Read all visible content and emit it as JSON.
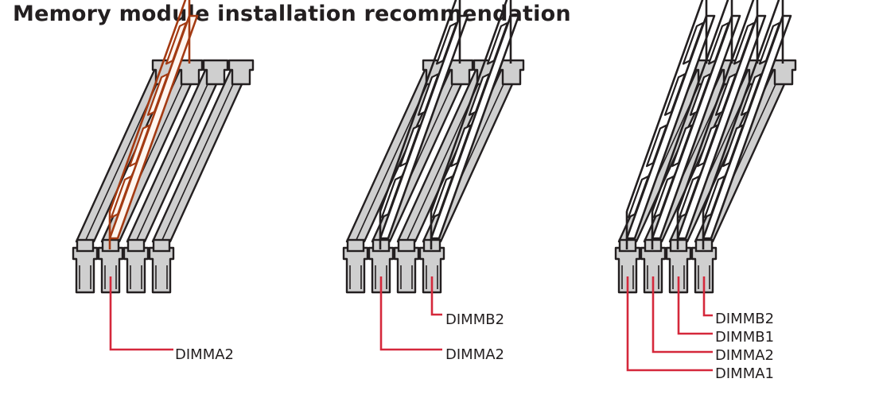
{
  "title": "Memory module installation recommendation",
  "colors": {
    "installed_module": "#a33a12",
    "leader_line": "#d5283b",
    "slot": "#cfcfcf",
    "outline": "#231f20"
  },
  "configs": [
    {
      "labels": [
        "DIMMA2"
      ]
    },
    {
      "labels": [
        "DIMMB2",
        "DIMMA2"
      ]
    },
    {
      "labels": [
        "DIMMB2",
        "DIMMB1",
        "DIMMA2",
        "DIMMA1"
      ]
    }
  ]
}
